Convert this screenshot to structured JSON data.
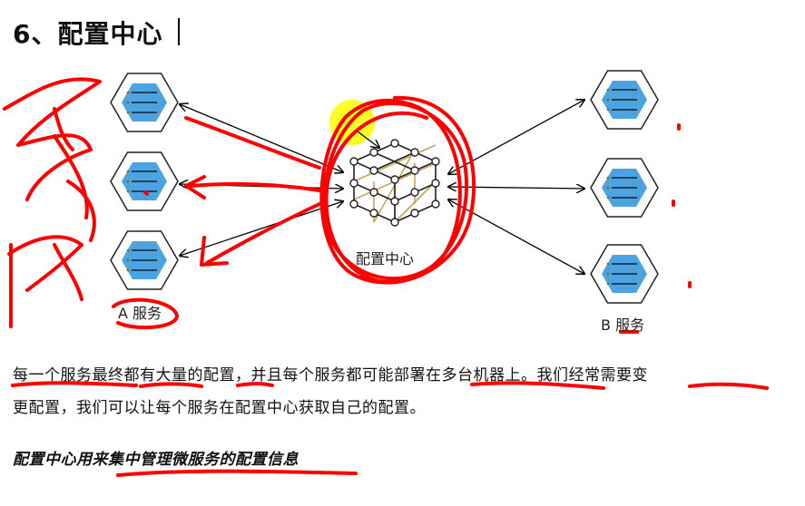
{
  "heading": "6、配置中心",
  "diagram": {
    "center_label": "配置中心",
    "service_a_label": "A 服务",
    "service_b_label": "B 服务"
  },
  "paragraph": {
    "line1": "每一个服务最终都有大量的配置，并且每个服务都可能部署在多台机器上。我们经常需要变",
    "line2": "更配置，我们可以让每个服务在配置中心获取自己的配置。"
  },
  "note": "配置中心用来集中管理微服务的配置信息",
  "colors": {
    "annotation": "#ff0000",
    "highlight": "#ffff00",
    "service_fill": "#4da3e0",
    "cube_stroke": "#c8a45a"
  }
}
